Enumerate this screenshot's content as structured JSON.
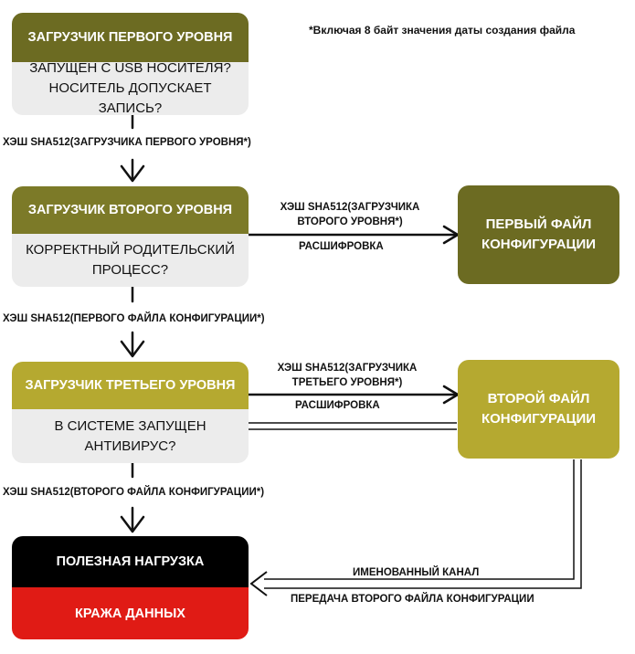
{
  "note": "*Включая 8 байт значения даты создания файла",
  "stage1": {
    "title": "ЗАГРУЗЧИК ПЕРВОГО УРОВНЯ",
    "question": "ЗАПУЩЕН С USB НОСИТЕЛЯ?\nНОСИТЕЛЬ ДОПУСКАЕТ ЗАПИСЬ?"
  },
  "stage2": {
    "title": "ЗАГРУЗЧИК ВТОРОГО УРОВНЯ",
    "question": "КОРРЕКТНЫЙ РОДИТЕЛЬСКИЙ\nПРОЦЕСС?"
  },
  "stage3": {
    "title": "ЗАГРУЗЧИК ТРЕТЬЕГО УРОВНЯ",
    "question": "В СИСТЕМЕ ЗАПУЩЕН АНТИВИРУС?"
  },
  "payload": {
    "title": "ПОЛЕЗНАЯ НАГРУЗКА",
    "subtitle": "КРАЖА ДАННЫХ"
  },
  "config1": {
    "label": "ПЕРВЫЙ ФАЙЛ\nКОНФИГУРАЦИИ"
  },
  "config2": {
    "label": "ВТОРОЙ ФАЙЛ\nКОНФИГУРАЦИИ"
  },
  "edges": {
    "hash_stage1": "ХЭШ SHA512(ЗАГРУЗЧИКА ПЕРВОГО УРОВНЯ*)",
    "hash_config1": "ХЭШ SHA512(ПЕРВОГО ФАЙЛА КОНФИГУРАЦИИ*)",
    "hash_config2": "ХЭШ SHA512(ВТОРОГО ФАЙЛА КОНФИГУРАЦИИ*)",
    "hash_stage2": "ХЭШ SHA512(ЗАГРУЗЧИКА\nВТОРОГО УРОВНЯ*)",
    "decrypt1": "РАСШИФРОВКА",
    "hash_stage3": "ХЭШ SHA512(ЗАГРУЗЧИКА\nТРЕТЬЕГО УРОВНЯ*)",
    "decrypt2": "РАСШИФРОВКА",
    "named_pipe": "ИМЕНОВАННЫЙ КАНАЛ",
    "transfer": "ПЕРЕДАЧА ВТОРОГО ФАЙЛА КОНФИГУРАЦИИ"
  },
  "colors": {
    "olive_dark": "#6c6b22",
    "olive_mid": "#7c7a28",
    "olive_light": "#b5a930",
    "payload_black": "#000000",
    "payload_red": "#e01b15",
    "body_gray": "#ececec"
  }
}
